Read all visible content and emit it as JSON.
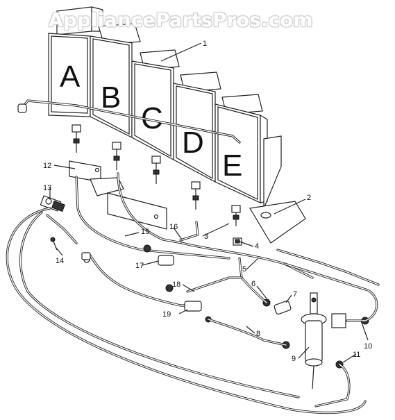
{
  "watermark": "AppliancePartsPros.com",
  "panels": [
    {
      "letter": "A"
    },
    {
      "letter": "B"
    },
    {
      "letter": "C"
    },
    {
      "letter": "D"
    },
    {
      "letter": "E"
    }
  ],
  "callouts": [
    "1",
    "2",
    "3",
    "4",
    "5",
    "6",
    "7",
    "8",
    "9",
    "10",
    "11",
    "12",
    "13",
    "14",
    "15",
    "16",
    "17",
    "18",
    "19"
  ]
}
